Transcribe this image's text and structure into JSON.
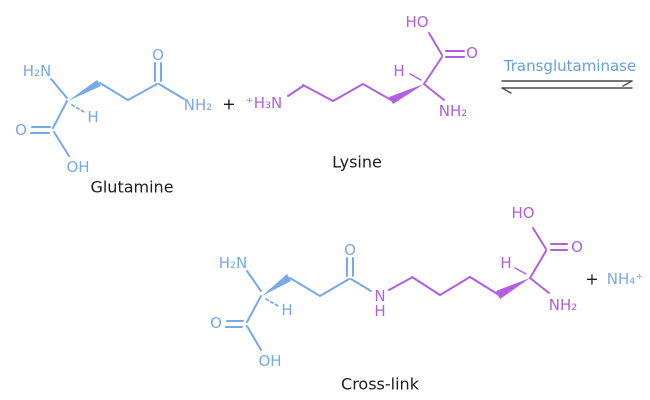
{
  "colors": {
    "structure_blue": "#77a9e9",
    "structure_purple": "#b15ee2",
    "enzyme_blue": "#619fe0",
    "arrow_gray": "#4d4d4d",
    "text_black": "#1c1c1c",
    "background": "#ffffff"
  },
  "glutamine": {
    "name": "Glutamine",
    "amine": "H₂N",
    "carbonyl_oxygen": "O",
    "amide": "NH₂",
    "alpha_hydrogen": "H",
    "acid_oxygen": "O",
    "acid_hydroxyl": "OH"
  },
  "plus_reactants": "+",
  "lysine": {
    "name": "Lysine",
    "ammonium": "⁺H₃N",
    "alpha_hydrogen": "H",
    "amine": "NH₂",
    "acid_hydroxyl": "HO",
    "acid_oxygen": "O"
  },
  "enzyme": {
    "name": "Transglutaminase"
  },
  "crosslink": {
    "name": "Cross-link",
    "gln_amine": "H₂N",
    "gln_carbonyl_oxygen": "O",
    "gln_alpha_hydrogen": "H",
    "gln_acid_oxygen": "O",
    "gln_acid_hydroxyl": "OH",
    "amide_nitrogen": "N",
    "amide_hydrogen": "H",
    "lys_alpha_hydrogen": "H",
    "lys_amine": "NH₂",
    "lys_acid_hydroxyl": "HO",
    "lys_acid_oxygen": "O"
  },
  "plus_products": "+",
  "ammonium_ion": "NH₄⁺"
}
